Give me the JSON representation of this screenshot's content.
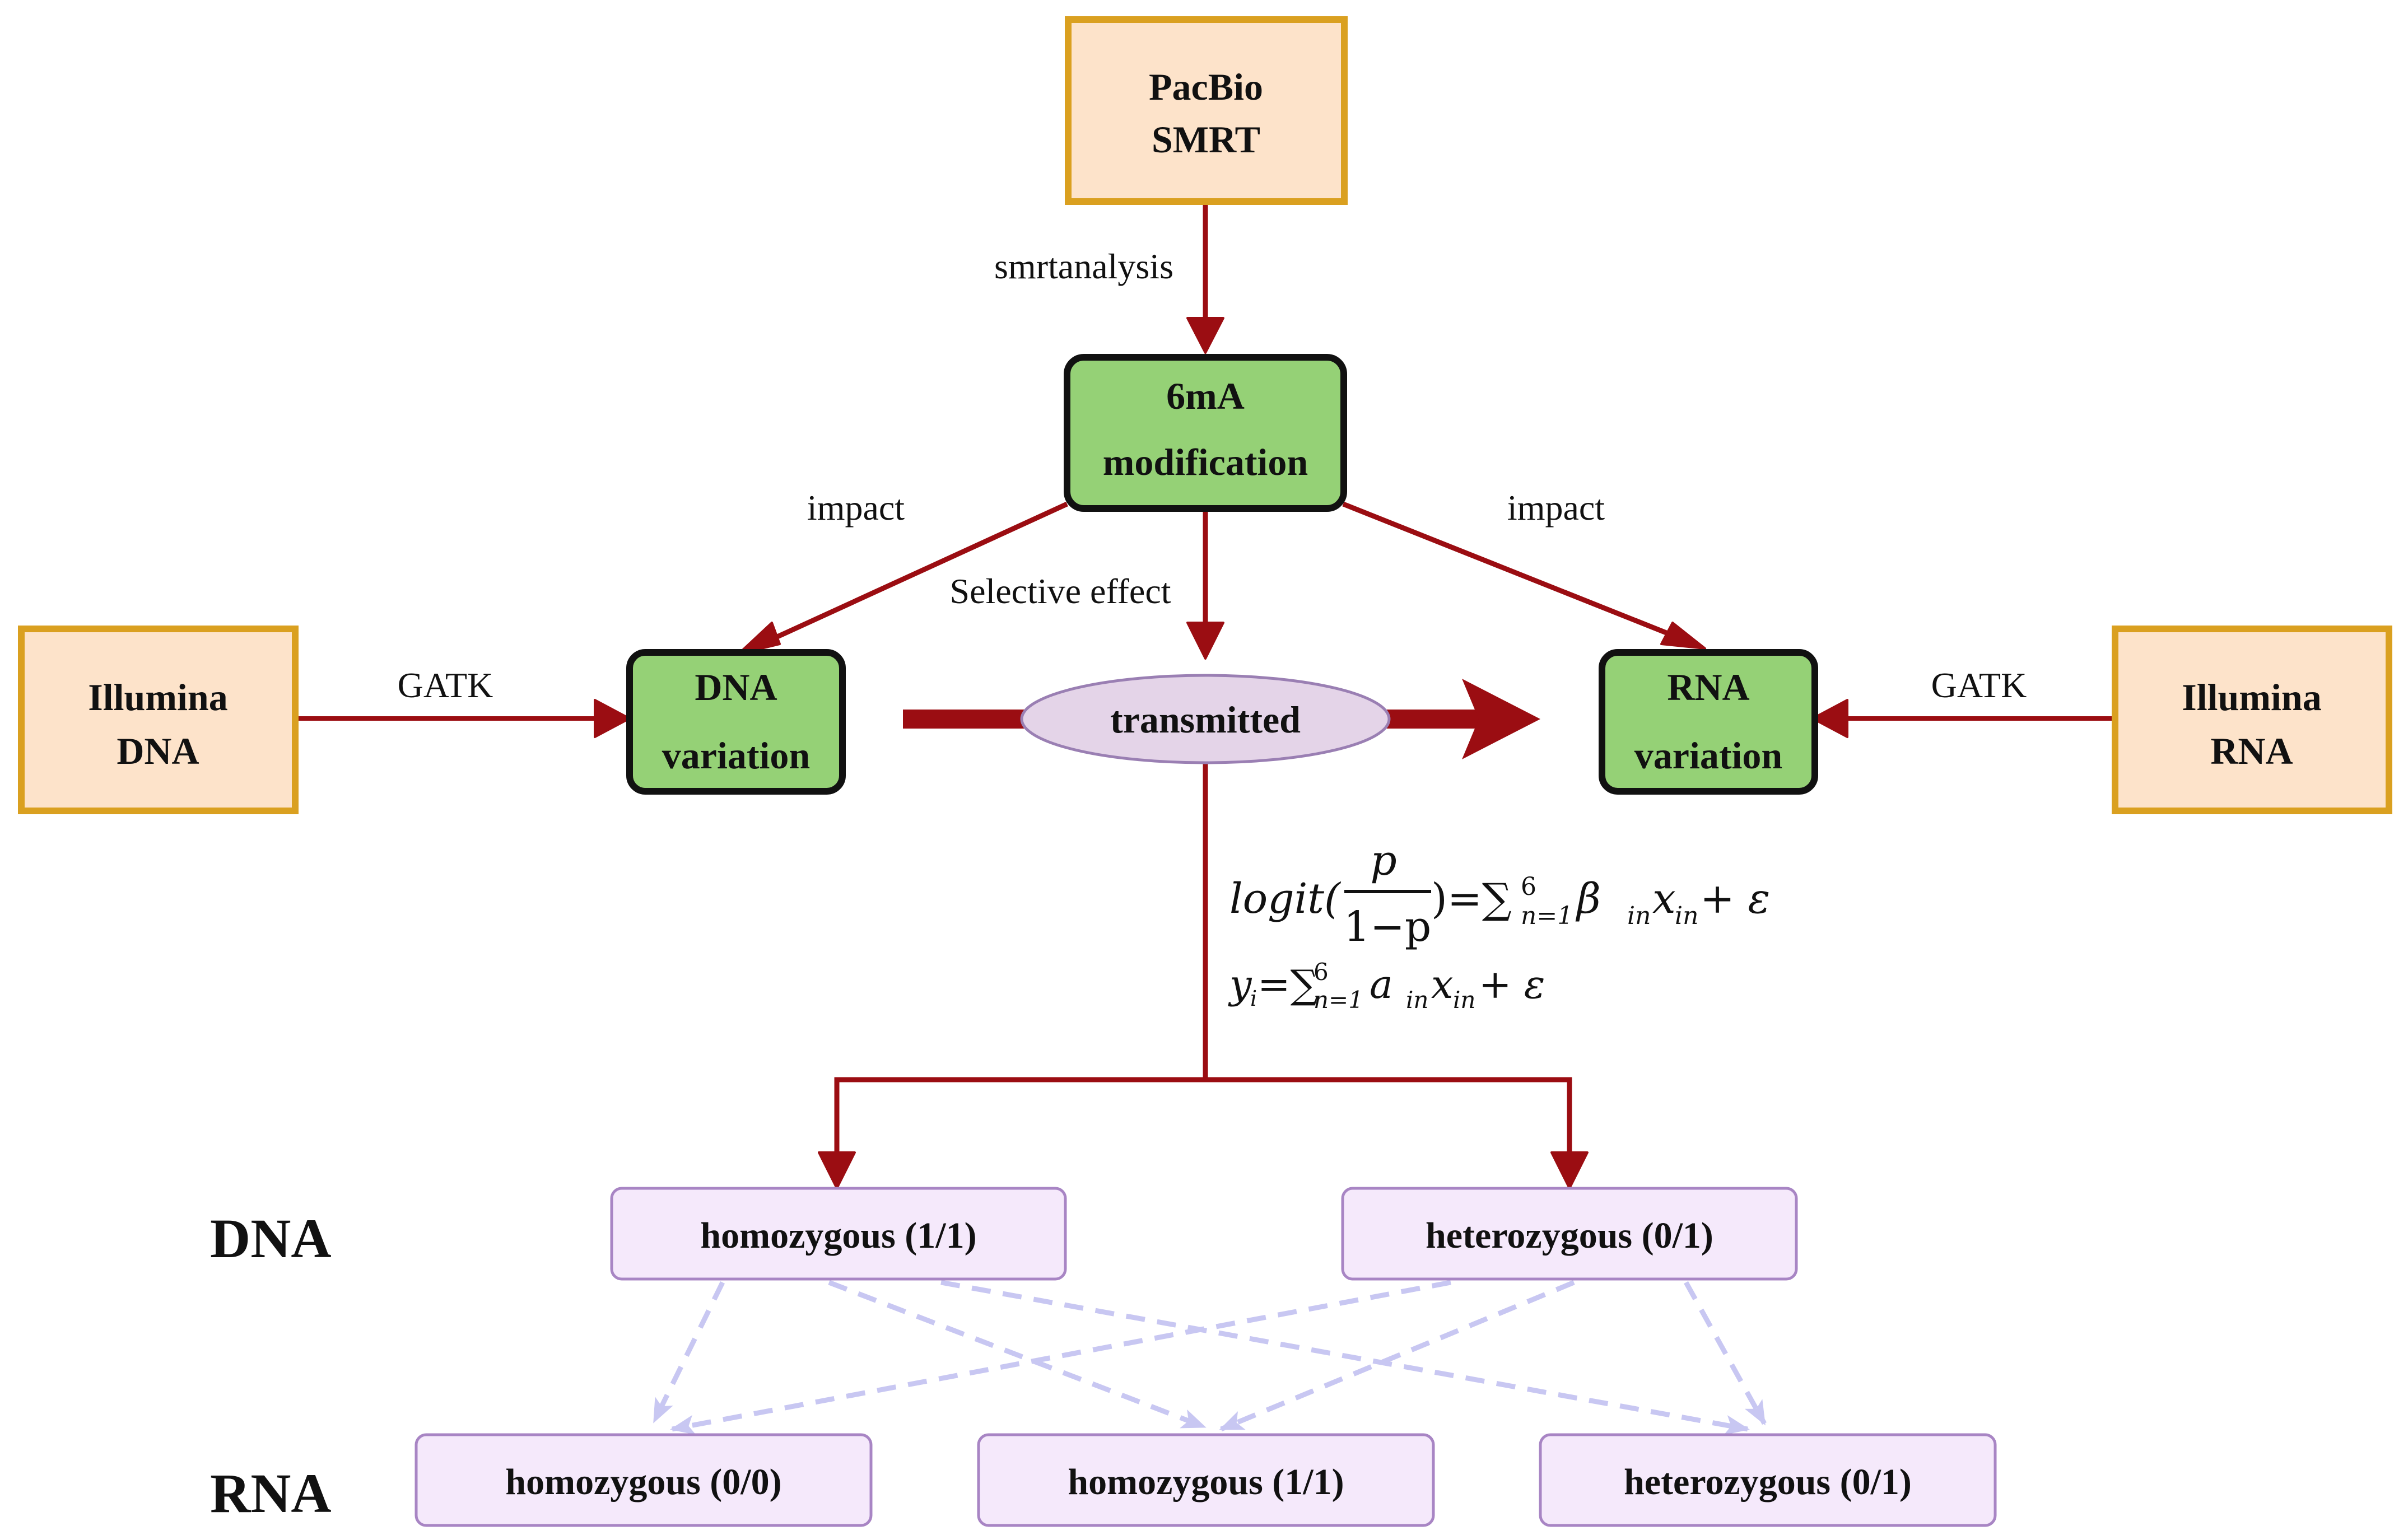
{
  "nodes": {
    "pacbio": {
      "line1": "PacBio",
      "line2": "SMRT"
    },
    "modification": {
      "line1": "6mA",
      "line2": "modification"
    },
    "illumina_dna": {
      "line1": "Illumina",
      "line2": "DNA"
    },
    "illumina_rna": {
      "line1": "Illumina",
      "line2": "RNA"
    },
    "dna_variation": {
      "line1": "DNA",
      "line2": "variation"
    },
    "rna_variation": {
      "line1": "RNA",
      "line2": "variation"
    },
    "transmitted": {
      "label": "transmitted"
    }
  },
  "edges": {
    "smrtanalysis": "smrtanalysis",
    "impact_left": "impact",
    "impact_right": "impact",
    "selective_effect": "Selective effect",
    "gatk_left": "GATK",
    "gatk_right": "GATK"
  },
  "formulas": {
    "logit": {
      "fn": "logit(",
      "num": "p",
      "den": "1−p",
      "rhs": ")=∑",
      "sup": "6",
      "sub": "n=1",
      "term": " β",
      "term_sub": "in",
      "x": "x",
      "x_sub": "in",
      "tail": " + ε"
    },
    "linear": {
      "y": "y",
      "y_sub": "i",
      "rhs": "=∑",
      "sup": "6",
      "sub": "n=1",
      "term": " a",
      "term_sub": "in",
      "x": "x",
      "x_sub": "in",
      "tail": " + ε"
    }
  },
  "rows": {
    "dna_label": "DNA",
    "rna_label": "RNA",
    "dna_homozygous": "homozygous (1/1)",
    "dna_heterozygous": "heterozygous (0/1)",
    "rna_homozygous_00": "homozygous (0/0)",
    "rna_homozygous_11": "homozygous (1/1)",
    "rna_heterozygous": "heterozygous (0/1)"
  },
  "colors": {
    "orange_fill": "#fde3ca",
    "orange_border": "#daa020",
    "green_fill": "#95d176",
    "arrow_red": "#9b0d12",
    "ellipse_fill": "#e4d4e8",
    "ellipse_border": "#9a7fb3",
    "genotype_fill": "#f5e9fb",
    "genotype_border": "#a885c4",
    "dashed": "#c8c7f2"
  }
}
